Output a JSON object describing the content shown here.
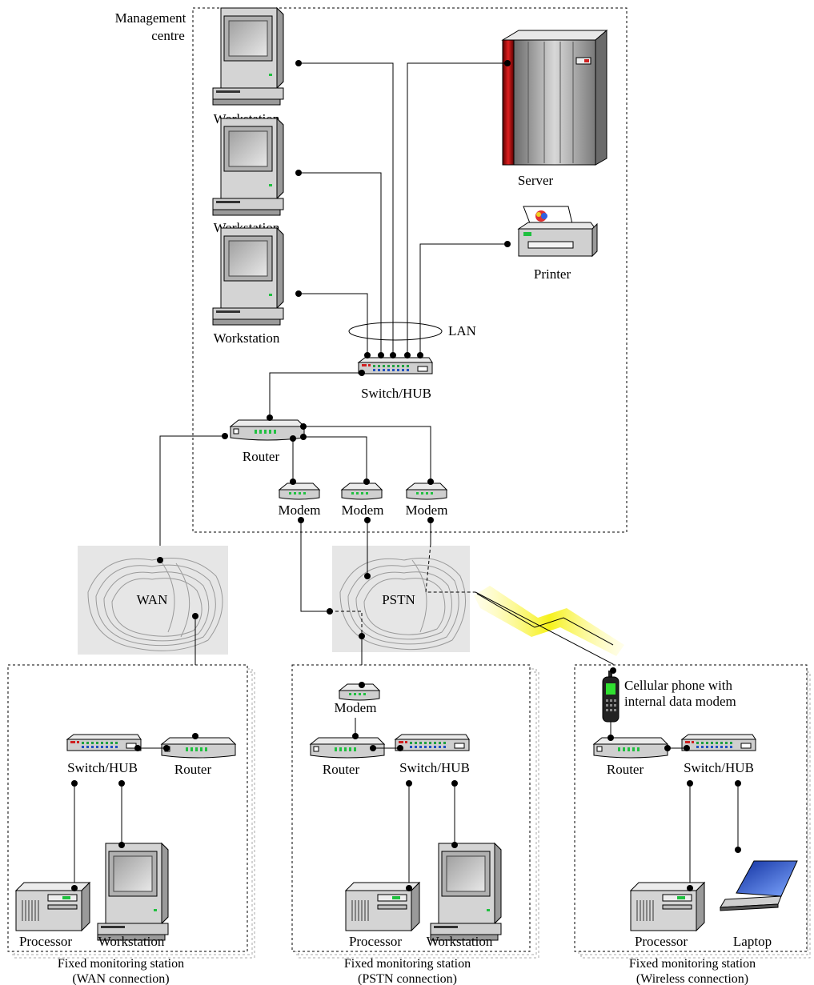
{
  "management_centre": {
    "title_line1": "Management",
    "title_line2": "centre",
    "workstation_labels": [
      "Workstation",
      "Workstation",
      "Workstation"
    ],
    "server_label": "Server",
    "printer_label": "Printer",
    "lan_label": "LAN",
    "switch_label": "Switch/HUB",
    "router_label": "Router",
    "modem_labels": [
      "Modem",
      "Modem",
      "Modem"
    ]
  },
  "clouds": {
    "wan_label": "WAN",
    "pstn_label": "PSTN"
  },
  "stations": [
    {
      "switch_label": "Switch/HUB",
      "router_label": "Router",
      "processor_label": "Processor",
      "workstation_label": "Workstation",
      "caption_line1": "Fixed monitoring station",
      "caption_line2": "(WAN connection)"
    },
    {
      "modem_label": "Modem",
      "router_label": "Router",
      "switch_label": "Switch/HUB",
      "processor_label": "Processor",
      "workstation_label": "Workstation",
      "caption_line1": "Fixed monitoring station",
      "caption_line2": "(PSTN connection)"
    },
    {
      "phone_label_line1": "Cellular phone with",
      "phone_label_line2": "internal data modem",
      "router_label": "Router",
      "switch_label": "Switch/HUB",
      "processor_label": "Processor",
      "laptop_label": "Laptop",
      "caption_line1": "Fixed monitoring station",
      "caption_line2": "(Wireless connection)"
    }
  ],
  "colors": {
    "line": "#000000",
    "cloud_bg": "#e6e6e6",
    "wireless_beam": "#f5f000",
    "server_red": "#c8181c",
    "device_grey": "#c8c8c8",
    "led_green": "#20c040"
  }
}
